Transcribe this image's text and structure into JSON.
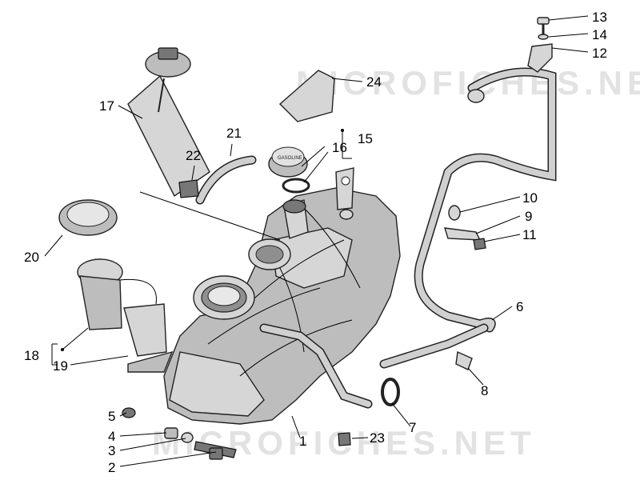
{
  "watermark": "MICROFICHES.NET",
  "callouts": {
    "n1": "1",
    "n2": "2",
    "n3": "3",
    "n4": "4",
    "n5": "5",
    "n6": "6",
    "n7": "7",
    "n8": "8",
    "n9": "9",
    "n10": "10",
    "n11": "11",
    "n12": "12",
    "n13": "13",
    "n14": "14",
    "n15": "15",
    "n16": "16",
    "n17": "17",
    "n18": "18",
    "n19": "19",
    "n20": "20",
    "n21": "21",
    "n22": "22",
    "n23": "23",
    "n24": "24"
  },
  "cap_text": "GASOLINE"
}
